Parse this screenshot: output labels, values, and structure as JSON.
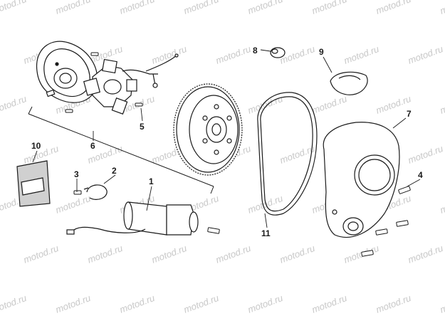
{
  "watermark": "motod.ru",
  "callouts": {
    "c1": "1",
    "c2": "2",
    "c3": "3",
    "c4": "4",
    "c5": "5",
    "c6": "6",
    "c7": "7",
    "c8": "8",
    "c9": "9",
    "c10": "10",
    "c11": "11"
  },
  "colors": {
    "line": "#1a1a1a",
    "watermark": "#c8c8c8",
    "background": "#ffffff"
  }
}
